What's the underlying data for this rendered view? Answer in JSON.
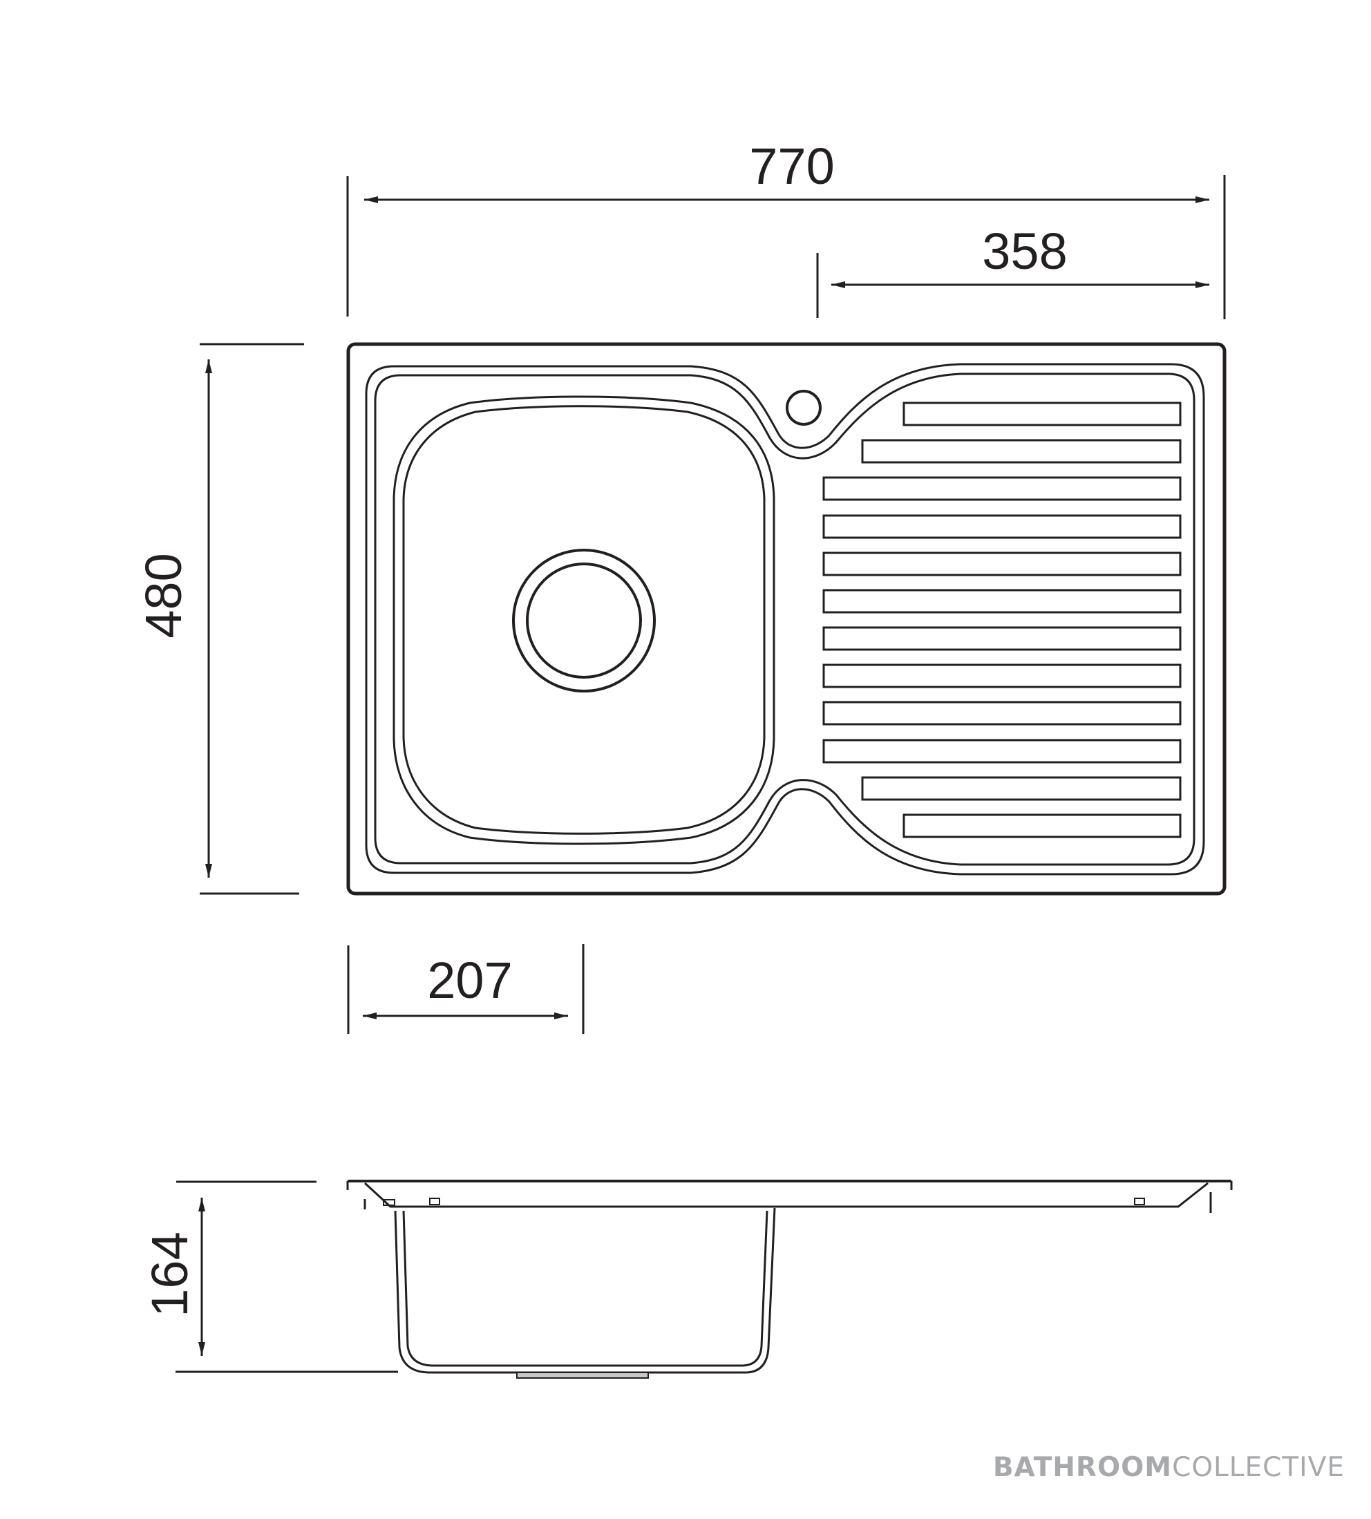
{
  "dimensions": {
    "overall_width": "770",
    "drainer_width": "358",
    "overall_depth": "480",
    "waste_offset": "207",
    "bowl_depth": "164"
  },
  "brand": {
    "bold": "BATHROOM",
    "light": "COLLECTIVE"
  }
}
